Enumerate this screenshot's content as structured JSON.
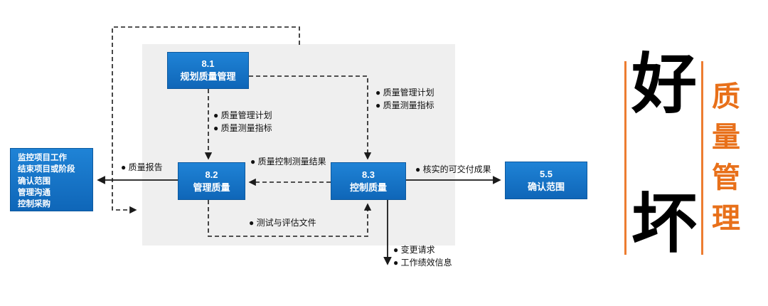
{
  "diagram": {
    "processes": [
      {
        "id": "8.1",
        "name": "规划质量管理"
      },
      {
        "id": "8.2",
        "name": "管理质量"
      },
      {
        "id": "8.3",
        "name": "控制质量"
      },
      {
        "id": "5.5",
        "name": "确认范围"
      }
    ],
    "external_processes": {
      "lines": [
        "监控项目工作",
        "结束项目或阶段",
        "确认范围",
        "管理沟通",
        "控制采购"
      ]
    },
    "flow_labels": {
      "plan_to_manage": [
        "● 质量管理计划",
        "● 质量测量指标"
      ],
      "plan_to_control": [
        "● 质量管理计划",
        "● 质量测量指标"
      ],
      "control_to_manage": "● 质量控制测量结果",
      "manage_to_control": "● 测试与评估文件",
      "control_to_validate": "● 核实的可交付成果",
      "manage_to_external": "● 质量报告",
      "control_down_outputs": [
        "● 变更请求",
        "● 工作绩效信息"
      ]
    }
  },
  "side_panel": {
    "good_char": "好",
    "bad_char": "坏",
    "vertical_title": [
      "质",
      "量",
      "管",
      "理"
    ]
  },
  "colors": {
    "process_blue": "#1472c8",
    "process_blue_dark": "#0f66b8",
    "panel_gray": "#efefef",
    "accent_orange": "#ed7d31",
    "title_orange": "#e8701a",
    "arrow_black": "#1a1a1a"
  }
}
